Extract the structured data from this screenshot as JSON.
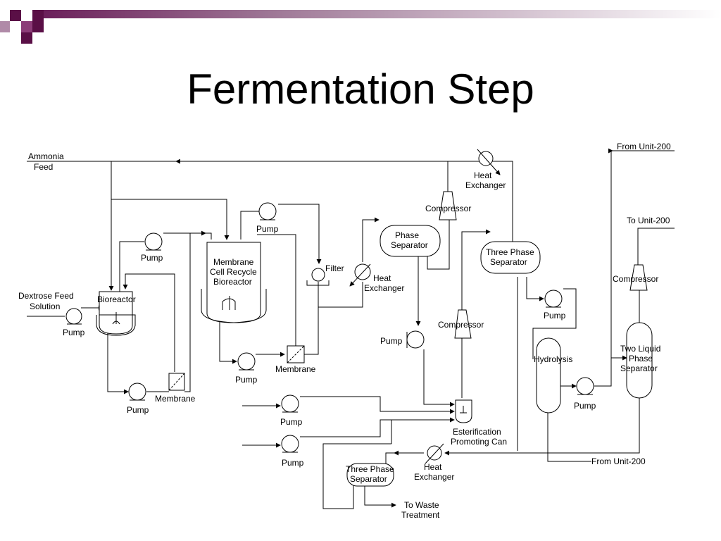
{
  "slide": {
    "title": "Fermentation Step",
    "colors": {
      "deco_dark": "#5a0f46",
      "deco_mid": "#8c3c78",
      "bar_start": "#6b1f5a",
      "bar_end": "#ffffff"
    }
  },
  "diagram": {
    "labels": {
      "ammonia1": "Ammonia",
      "ammonia2": "Feed",
      "dextrose1": "Dextrose Feed",
      "dextrose2": "Solution",
      "pump_feed": "Pump",
      "bioreactor": "Bioreactor",
      "pump_top": "Pump",
      "pump_bottom_left": "Pump",
      "membrane_left": "Membrane",
      "mcr1": "Membrane",
      "mcr2": "Cell Recycle",
      "mcr3": "Bioreactor",
      "pump_mcr_top": "Pump",
      "pump_mcr_bottom": "Pump",
      "membrane_mid": "Membrane",
      "filter": "Filter",
      "hx_mid1": "Heat",
      "hx_mid2": "Exchanger",
      "phase_sep1": "Phase",
      "phase_sep2": "Separator",
      "compressor_top": "Compressor",
      "hx_top1": "Heat",
      "hx_top2": "Exchanger",
      "pump_right_mid": "Pump",
      "compressor_mid": "Compressor",
      "tps_top1": "Three Phase",
      "tps_top2": "Separator",
      "pump_tps": "Pump",
      "hydrolysis": "Hydrolysis",
      "pump_hydro": "Pump",
      "from_unit_200_top": "From Unit-200",
      "to_unit_200": "To Unit-200",
      "compressor_right": "Compressor",
      "tlps1": "Two Liquid",
      "tlps2": "Phase",
      "tlps3": "Separator",
      "est1": "Esterification",
      "est2": "Promoting Can",
      "pump_est1": "Pump",
      "pump_est2": "Pump",
      "hx_bot1": "Heat",
      "hx_bot2": "Exchanger",
      "tps_bot1": "Three Phase",
      "tps_bot2": "Separator",
      "waste1": "To Waste",
      "waste2": "Treatment",
      "from_unit_200_bottom": "From Unit-200"
    }
  }
}
